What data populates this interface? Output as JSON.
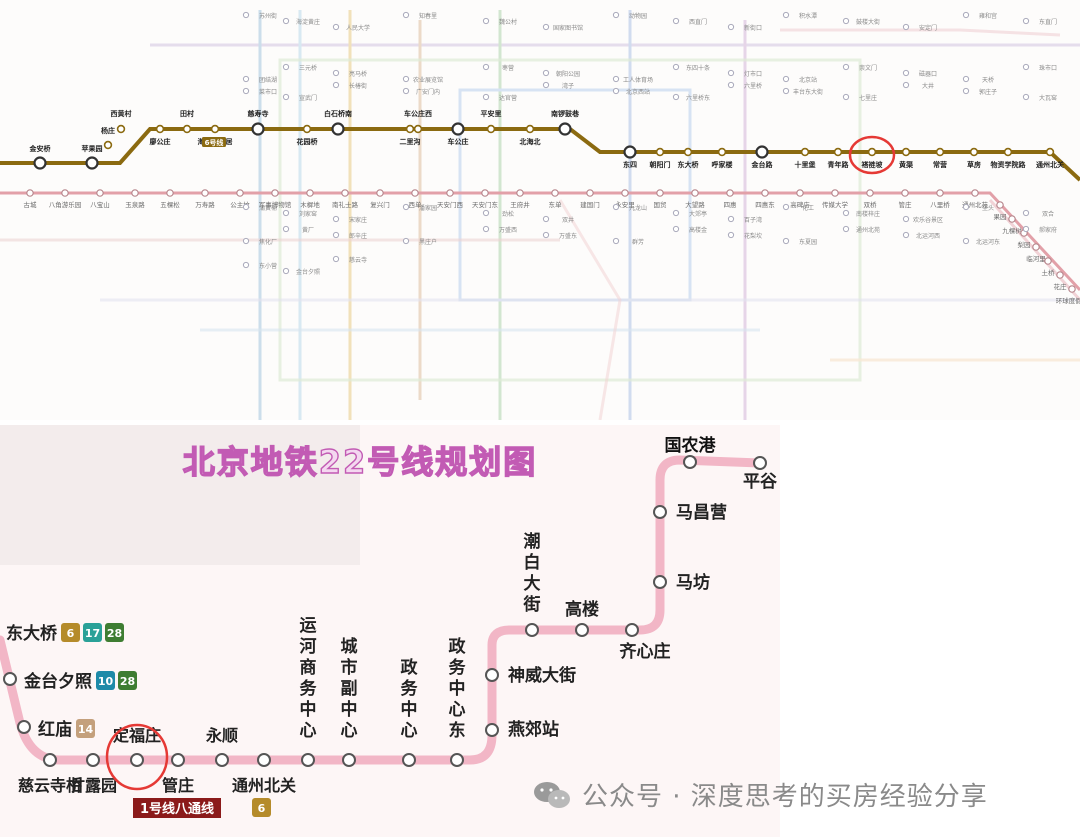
{
  "top_map": {
    "line6_label": "6号线",
    "line6_stations": [
      "金安桥",
      "苹果园",
      "杨庄",
      "西黄村",
      "廖公庄",
      "田村",
      "海淀五路居",
      "慈寿寺",
      "花园桥",
      "白石桥南",
      "二里沟",
      "车公庄西",
      "车公庄",
      "平安里",
      "北海北",
      "南锣鼓巷",
      "东四",
      "朝阳门",
      "东大桥",
      "呼家楼",
      "金台路",
      "十里堡",
      "青年路",
      "褡裢坡",
      "黄渠",
      "常营",
      "草房",
      "物资学院路",
      "通州北关"
    ],
    "highlight_station": "褡裢坡",
    "line1_stations": [
      "古城",
      "八角游乐园",
      "八宝山",
      "玉泉路",
      "五棵松",
      "万寿路",
      "公主坟",
      "军事博物馆",
      "木樨地",
      "南礼士路",
      "复兴门",
      "西单",
      "天安门西",
      "天安门东",
      "王府井",
      "东单",
      "建国门",
      "永安里",
      "国贸",
      "大望路",
      "四惠",
      "四惠东",
      "高碑店",
      "传媒大学",
      "双桥",
      "管庄",
      "八里桥",
      "通州北苑",
      "果园",
      "九棵树",
      "梨园",
      "临河里",
      "土桥",
      "花庄",
      "环球度假区"
    ],
    "minor_labels": [
      "苏州街",
      "海淀黄庄",
      "人民大学",
      "知春里",
      "魏公村",
      "国家图书馆",
      "动物园",
      "西直门",
      "新街口",
      "积水潭",
      "鼓楼大街",
      "安定门",
      "雍和宫",
      "东直门",
      "团结湖",
      "三元桥",
      "亮马桥",
      "农业展览馆",
      "枣营",
      "朝阳公园",
      "工人体育场",
      "东四十条",
      "灯市口",
      "北京站",
      "崇文门",
      "磁器口",
      "天桥",
      "珠市口",
      "菜市口",
      "宣武门",
      "长椿街",
      "广安门内",
      "达官营",
      "湾子",
      "北京西站",
      "六里桥东",
      "六里桥",
      "丰台东大街",
      "七里庄",
      "大井",
      "郭庄子",
      "大瓦窑",
      "蒲黄榆",
      "刘家窑",
      "宋家庄",
      "潘家园",
      "劲松",
      "双井",
      "九龙山",
      "大郊亭",
      "百子湾",
      "化工",
      "南楼梓庄",
      "欢乐谷景区",
      "垡头",
      "双合",
      "焦化厂",
      "黄厂",
      "郎辛庄",
      "黑庄户",
      "万盛西",
      "万盛东",
      "群芳",
      "高楼金",
      "花梨坎",
      "东夏园",
      "通州北苑",
      "北运河西",
      "北运河东",
      "郝家府",
      "东小营",
      "金台夕照",
      "慈云寺"
    ]
  },
  "bottom_map": {
    "title": "北京地铁22号线规划图",
    "stations_left": [
      {
        "name": "东大桥",
        "badges": [
          "6",
          "17",
          "28"
        ]
      },
      {
        "name": "金台夕照",
        "badges": [
          "10",
          "28"
        ]
      },
      {
        "name": "红庙",
        "badges": [
          "14"
        ]
      }
    ],
    "bottom_row": [
      "慈云寺桥",
      "甘露园",
      "定福庄",
      "管庄",
      "永顺",
      "通州北关",
      "运河商务中心",
      "城市副中心",
      "政务中心",
      "政务中心东"
    ],
    "right_branch": [
      "燕郊站",
      "神威大街",
      "潮白大街",
      "高楼",
      "齐心庄",
      "马坊",
      "马昌营",
      "国农港",
      "平谷"
    ],
    "highlight_station": "定福庄",
    "line1_badge": "1号线八通线",
    "tongzhou_badge": "6",
    "badge_colors": {
      "6": "#b58b2a",
      "17": "#2aa198",
      "28": "#3e7d32",
      "10": "#1e8aa8",
      "14": "#c4a07c"
    }
  },
  "watermark": {
    "text": "公众号 · 深度思考的买房经验分享",
    "icon": "wechat-icon"
  },
  "colors": {
    "line6": "#8b6a10",
    "line1": "#e2a0a8",
    "line22": "#f2b6c6",
    "highlight_ring": "#e53935"
  }
}
